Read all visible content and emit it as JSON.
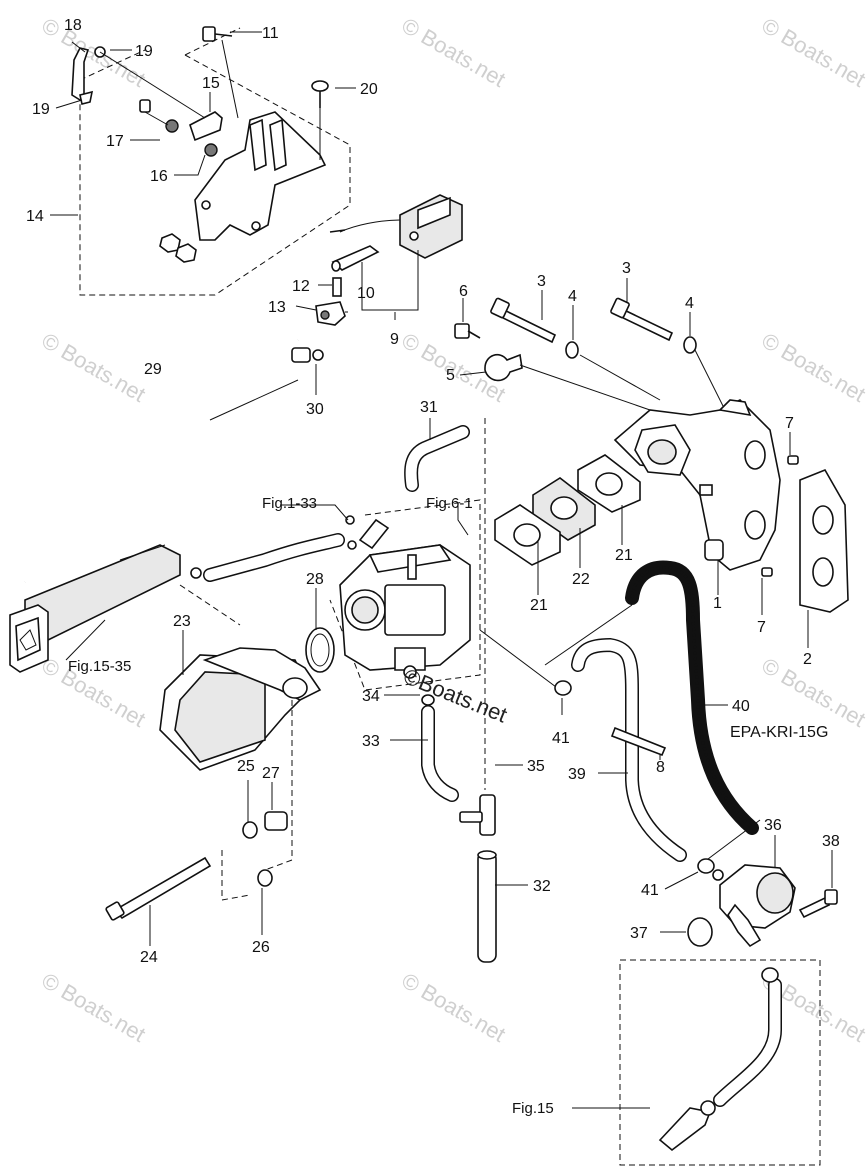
{
  "diagram": {
    "code": "EPA-KRI-15G",
    "parts": [
      {
        "num": "1"
      },
      {
        "num": "2"
      },
      {
        "num": "3"
      },
      {
        "num": "4"
      },
      {
        "num": "5"
      },
      {
        "num": "6"
      },
      {
        "num": "7"
      },
      {
        "num": "8"
      },
      {
        "num": "9"
      },
      {
        "num": "10"
      },
      {
        "num": "11"
      },
      {
        "num": "12"
      },
      {
        "num": "13"
      },
      {
        "num": "14"
      },
      {
        "num": "15"
      },
      {
        "num": "16"
      },
      {
        "num": "17"
      },
      {
        "num": "18"
      },
      {
        "num": "19"
      },
      {
        "num": "20"
      },
      {
        "num": "21"
      },
      {
        "num": "22"
      },
      {
        "num": "23"
      },
      {
        "num": "24"
      },
      {
        "num": "25"
      },
      {
        "num": "26"
      },
      {
        "num": "27"
      },
      {
        "num": "28"
      },
      {
        "num": "29"
      },
      {
        "num": "30"
      },
      {
        "num": "31"
      },
      {
        "num": "32"
      },
      {
        "num": "33"
      },
      {
        "num": "34"
      },
      {
        "num": "35"
      },
      {
        "num": "36"
      },
      {
        "num": "37"
      },
      {
        "num": "38"
      },
      {
        "num": "39"
      },
      {
        "num": "40"
      },
      {
        "num": "41"
      }
    ],
    "references": {
      "fig1_33": "Fig.1-33",
      "fig6_1": "Fig.6-1",
      "fig15_35": "Fig.15-35",
      "fig15": "Fig.15"
    }
  },
  "watermark": {
    "text": "© Boats.net",
    "center_text": "©Boats.net"
  }
}
